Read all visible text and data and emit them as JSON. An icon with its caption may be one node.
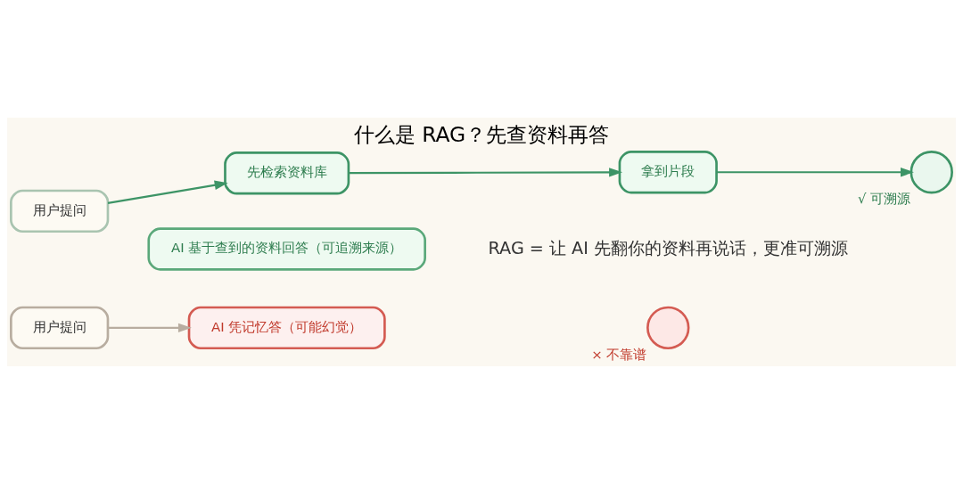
{
  "diagram": {
    "title": "什么是 RAG？先查资料再答",
    "caption": "RAG = 让 AI 先翻你的资料再说话，更准可溯源",
    "nodes": [
      {
        "text": [
          "用户提问"
        ]
      },
      {
        "text": [
          "AI 凭记忆答（可能幻觉）"
        ]
      },
      {
        "text": [],
        "shape": "circle",
        "beside": [
          "× 不靠谱"
        ]
      },
      {
        "text": [
          "用户提问"
        ]
      },
      {
        "text": [
          "先检索资料库"
        ]
      },
      {
        "text": [
          "拿到片段"
        ]
      },
      {
        "text": [],
        "shape": "circle",
        "beside": [
          "√ 可溯源"
        ]
      },
      {
        "text": [
          "AI 基于查到的资料回答（可追溯来源）"
        ]
      }
    ],
    "edges": [
      {
        "from": 0,
        "to": 1,
        "arrow": "to",
        "color": "#b8ada0"
      },
      {
        "from": 3,
        "to": 4,
        "arrow": "to"
      },
      {
        "from": 4,
        "to": 5,
        "arrow": "to"
      },
      {
        "from": 5,
        "to": 6,
        "arrow": "to"
      }
    ]
  }
}
